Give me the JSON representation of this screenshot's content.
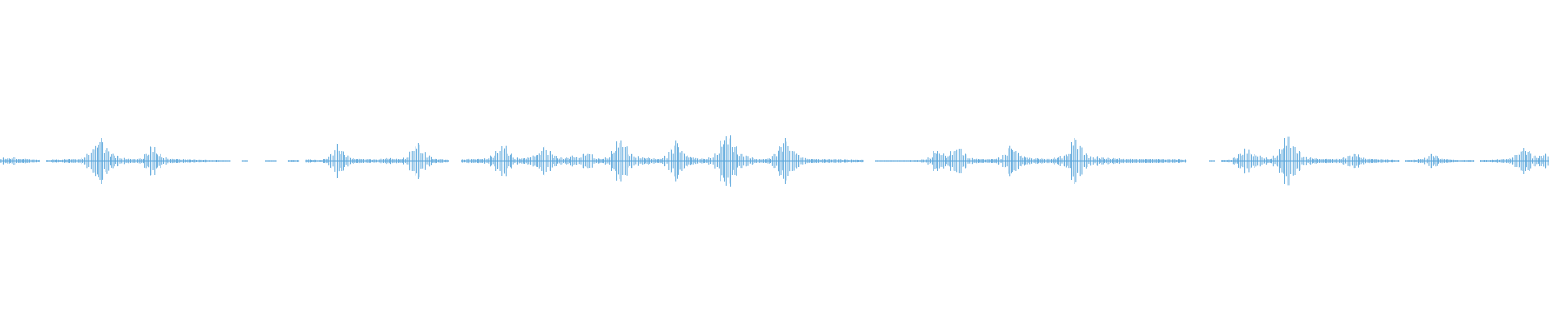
{
  "waveform": {
    "color": "#5aa6db",
    "background": "#ffffff",
    "peaks": [
      1.5,
      1.2,
      1.6,
      0.8,
      1.0,
      0.6,
      0.4,
      0,
      0.3,
      0.5,
      0.4,
      0.6,
      0.8,
      0.6,
      1.5,
      3.5,
      6,
      9,
      5,
      3,
      2,
      1.5,
      1,
      0.8,
      1.2,
      3,
      6,
      3,
      1.5,
      1.0,
      0.8,
      0.6,
      0.5,
      0.5,
      0.4,
      0.4,
      0.3,
      0.3,
      0.2,
      0.2,
      0,
      0,
      0.2,
      0,
      0,
      0,
      0.2,
      0.2,
      0,
      0,
      0.3,
      0.3,
      0,
      0.5,
      0.4,
      0.3,
      1,
      3,
      7,
      4,
      2,
      1.2,
      1.0,
      0.8,
      0.6,
      0.5,
      1.0,
      1.3,
      1.0,
      0.8,
      1.5,
      4,
      7,
      4,
      2,
      1.0,
      0.8,
      0.4,
      0,
      0,
      0.5,
      1.0,
      0.8,
      1.0,
      1.2,
      2,
      4,
      6,
      3,
      1.5,
      1.2,
      1.5,
      2,
      3,
      6,
      4,
      2,
      1.5,
      1.5,
      2,
      1.8,
      3,
      3,
      1.2,
      1.0,
      1.5,
      4,
      8,
      6,
      3,
      2,
      1.5,
      1.5,
      1.2,
      1.0,
      2,
      5,
      8,
      4,
      2,
      1.5,
      1.2,
      1.0,
      1.5,
      3,
      8,
      10,
      6,
      3,
      2,
      1.5,
      1.0,
      0.8,
      1.2,
      3,
      6,
      9,
      5,
      3,
      1.5,
      1.0,
      0.8,
      0.6,
      0.6,
      0.6,
      0.6,
      0.5,
      0.5,
      0.4,
      0.4,
      0,
      0,
      0.2,
      0.2,
      0.2,
      0.2,
      0.2,
      0.2,
      0.3,
      0.3,
      0.5,
      1.5,
      4,
      3,
      2,
      4,
      5,
      3,
      1.5,
      1.0,
      0.8,
      0.8,
      1.0,
      1.5,
      3,
      6,
      4,
      2,
      1.5,
      1.2,
      1.2,
      1.0,
      1.0,
      1.5,
      2,
      3,
      9,
      6,
      3,
      2,
      1.8,
      1.5,
      1.4,
      1.3,
      1.2,
      1.1,
      1.0,
      1.0,
      0.9,
      0.9,
      0.8,
      0.7,
      0.6,
      0.6,
      0.6,
      0.5,
      0,
      0,
      0,
      0,
      0.2,
      0,
      0.3,
      0.4,
      1.5,
      3,
      5,
      3,
      2,
      1.5,
      1.0,
      2,
      5,
      10,
      6,
      4,
      2,
      1.5,
      1.2,
      1.0,
      1.0,
      0.8,
      1.2,
      1.5,
      2,
      3,
      1.5,
      1.0,
      0.8,
      0.6,
      0.5,
      0.4,
      0.3,
      0,
      0.3,
      0.4,
      0.8,
      1.5,
      3,
      2,
      1.0,
      0.6,
      0.4,
      0.3,
      0.3,
      0.3,
      0,
      0.3,
      0.3,
      0.4,
      0.6,
      1.0,
      1.5,
      3,
      5,
      4,
      2,
      2,
      3
    ]
  }
}
